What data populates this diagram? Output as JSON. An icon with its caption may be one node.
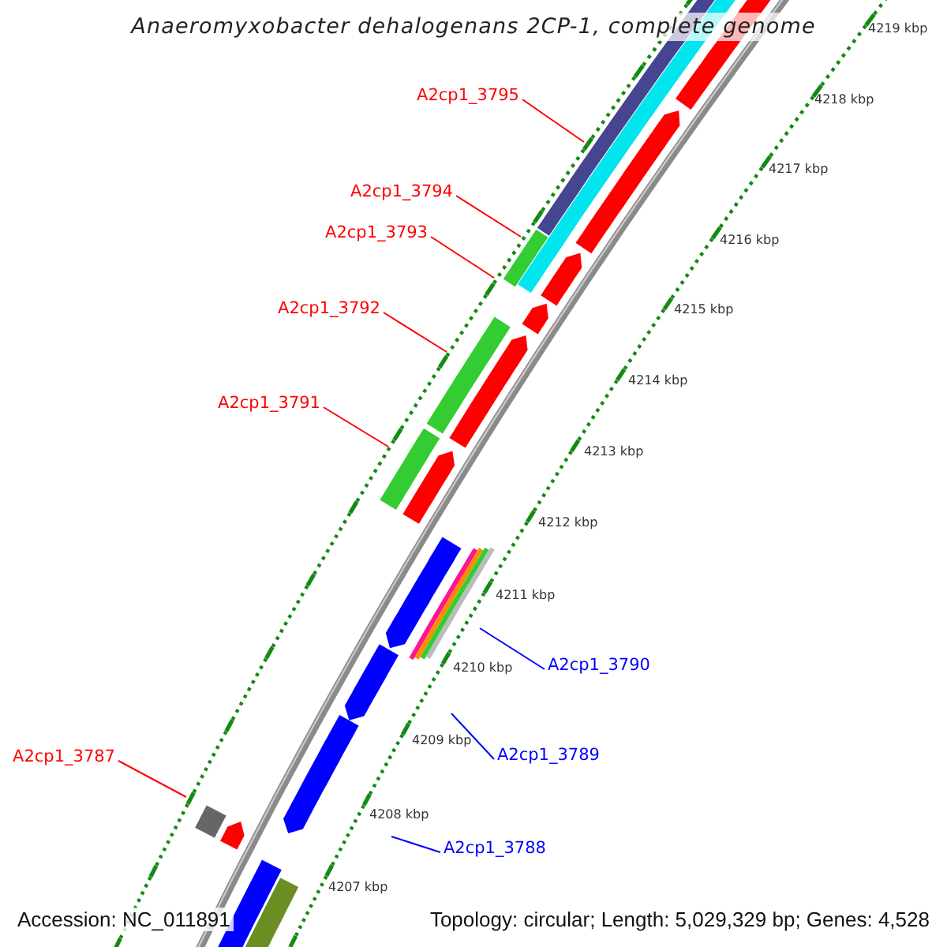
{
  "diagram": {
    "title": "Anaeromyxobacter dehalogenans 2CP-1, complete genome",
    "nodes": [
      {
        "text": [
          "A2cp1_3795"
        ]
      },
      {
        "text": [
          "A2cp1_3794"
        ]
      },
      {
        "text": [
          "A2cp1_3793"
        ]
      },
      {
        "text": [
          "A2cp1_3792"
        ]
      },
      {
        "text": [
          "A2cp1_3791"
        ]
      },
      {
        "text": [
          "A2cp1_3790"
        ]
      },
      {
        "text": [
          "A2cp1_3789"
        ]
      },
      {
        "text": [
          "A2cp1_3787"
        ]
      },
      {
        "text": [
          "A2cp1_3788"
        ]
      }
    ],
    "edges": [
      {
        "from": 0,
        "to": null,
        "arrow": "none"
      },
      {
        "from": 1,
        "to": null,
        "arrow": "none"
      },
      {
        "from": 2,
        "to": null,
        "arrow": "none"
      },
      {
        "from": 3,
        "to": null,
        "arrow": "none"
      },
      {
        "from": 4,
        "to": null,
        "arrow": "none"
      },
      {
        "from": 5,
        "to": null,
        "arrow": "none",
        "color": "#0000ff"
      },
      {
        "from": 6,
        "to": null,
        "arrow": "none",
        "color": "#0000ff"
      },
      {
        "from": 7,
        "to": null,
        "arrow": "none"
      },
      {
        "from": 8,
        "to": null,
        "arrow": "none",
        "color": "#0000ff"
      }
    ],
    "labels": [
      "4219 kbp",
      "4218 kbp",
      "4217 kbp",
      "4216 kbp",
      "4215 kbp",
      "4214 kbp",
      "4213 kbp",
      "4212 kbp",
      "4211 kbp",
      "4210 kbp",
      "4209 kbp",
      "4208 kbp",
      "4207 kbp",
      "Accession: NC_011891",
      "Topology: circular; Length: 5,029,329 bp; Genes: 4,528"
    ]
  }
}
